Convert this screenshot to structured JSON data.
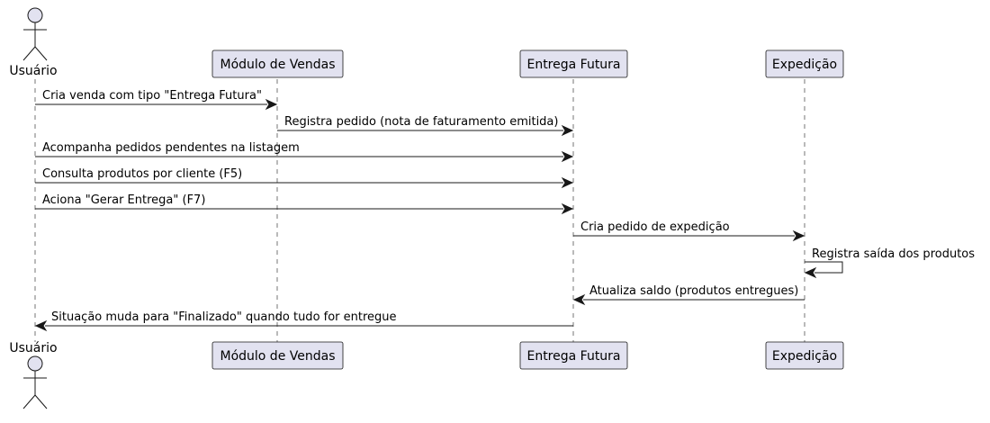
{
  "participants": {
    "usuario": "Usuário",
    "vendas": "Módulo de Vendas",
    "entrega": "Entrega Futura",
    "expedicao": "Expedição"
  },
  "messages": {
    "m1": "Cria venda com tipo \"Entrega Futura\"",
    "m2": "Registra pedido (nota de faturamento emitida)",
    "m3": "Acompanha pedidos pendentes na listagem",
    "m4": "Consulta produtos por cliente (F5)",
    "m5": "Aciona \"Gerar Entrega\" (F7)",
    "m6": "Cria pedido de expedição",
    "m7": "Registra saída dos produtos",
    "m8": "Atualiza saldo (produtos entregues)",
    "m9": "Situação muda para \"Finalizado\" quando tudo for entregue"
  },
  "colors": {
    "participant_fill": "#E2E2F0",
    "line": "#181818"
  }
}
